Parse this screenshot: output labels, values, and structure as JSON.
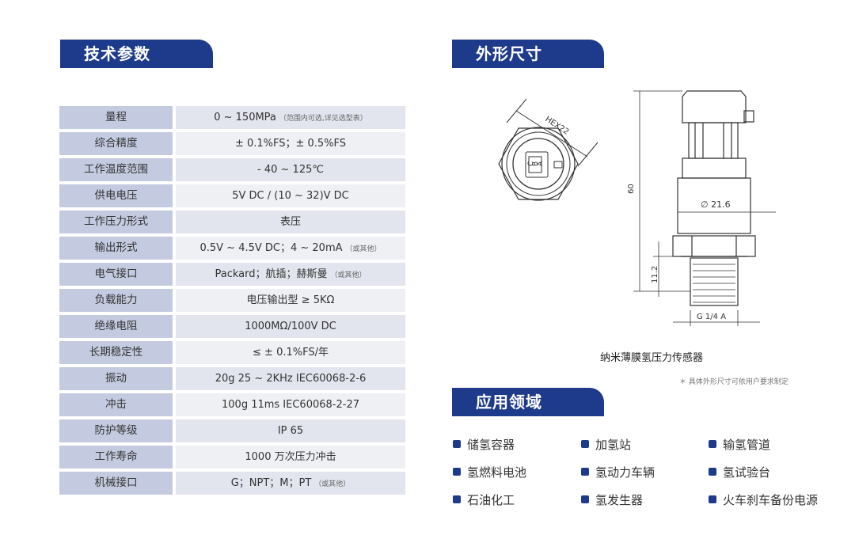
{
  "headers": {
    "specs": "技术参数",
    "dimensions": "外形尺寸",
    "applications": "应用领域"
  },
  "specs": [
    {
      "label": "量程",
      "value": "0 ~ 150MPa",
      "note": "（范围内可选,详见选型表）"
    },
    {
      "label": "综合精度",
      "value": "± 0.1%FS；± 0.5%FS",
      "note": ""
    },
    {
      "label": "工作温度范围",
      "value": "- 40 ~ 125℃",
      "note": ""
    },
    {
      "label": "供电电压",
      "value": "5V DC / (10 ~ 32)V DC",
      "note": ""
    },
    {
      "label": "工作压力形式",
      "value": "表压",
      "note": ""
    },
    {
      "label": "输出形式",
      "value": "0.5V ~ 4.5V DC；4 ~ 20mA",
      "note": "（或其他）"
    },
    {
      "label": "电气接口",
      "value": "Packard；航插；赫斯曼",
      "note": "（或其他）"
    },
    {
      "label": "负载能力",
      "value": "电压输出型 ≥ 5KΩ",
      "note": ""
    },
    {
      "label": "绝缘电阻",
      "value": "1000MΩ/100V DC",
      "note": ""
    },
    {
      "label": "长期稳定性",
      "value": "≤ ± 0.1%FS/年",
      "note": ""
    },
    {
      "label": "振动",
      "value": "20g 25 ~ 2KHz IEC60068-2-6",
      "note": ""
    },
    {
      "label": "冲击",
      "value": "100g 11ms IEC60068-2-27",
      "note": ""
    },
    {
      "label": "防护等级",
      "value": "IP 65",
      "note": ""
    },
    {
      "label": "工作寿命",
      "value": "1000 万次压力冲击",
      "note": ""
    },
    {
      "label": "机械接口",
      "value": "G；NPT；M；PT",
      "note": "（或其他）"
    }
  ],
  "drawing": {
    "hex_label": "HEX22",
    "height_label": "60",
    "diameter_label": "∅ 21.6",
    "thread_len_label": "11.2",
    "thread_label": "G 1/4 A",
    "connector_pins": [
      "C",
      "B",
      "A"
    ]
  },
  "caption": "纳米薄膜氢压力传感器",
  "footnote": "＊ 具体外形尺寸可依用户要求制定",
  "applications": [
    "储氢容器",
    "加氢站",
    "输氢管道",
    "氢燃料电池",
    "氢动力车辆",
    "氢试验台",
    "石油化工",
    "氢发生器",
    "火车刹车备份电源"
  ],
  "colors": {
    "header_bg": "#1e3a8a",
    "label_bg": "#c4cbe0",
    "value_bg": "#e2e5ed"
  }
}
